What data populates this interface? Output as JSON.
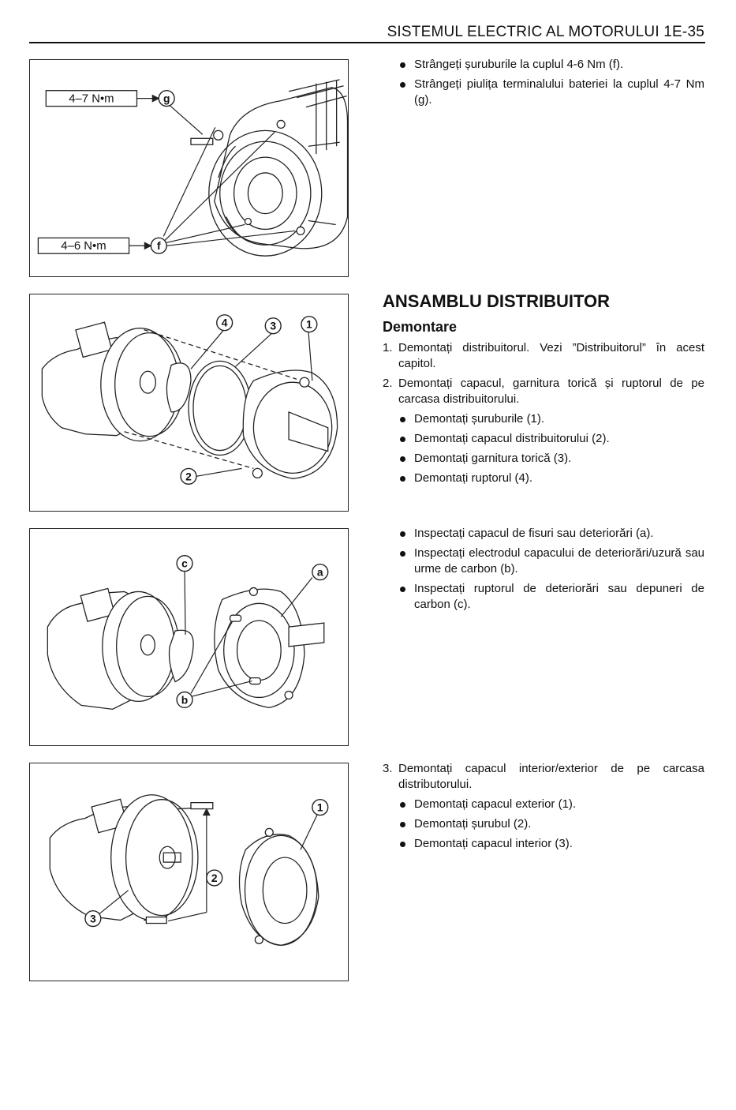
{
  "header": {
    "title": "SISTEMUL ELECTRIC AL MOTORULUI  1E-35"
  },
  "figure1": {
    "torque_g": "4–7 N•m",
    "torque_f": "4–6 N•m",
    "callout_g": "g",
    "callout_f": "f"
  },
  "figure2": {
    "callouts": [
      "1",
      "2",
      "3",
      "4"
    ]
  },
  "figure3": {
    "callouts": [
      "a",
      "b",
      "c"
    ]
  },
  "figure4": {
    "callouts": [
      "1",
      "2",
      "3"
    ]
  },
  "section1": {
    "bullets": [
      "Strângeți șuruburile la cuplul 4-6 Nm (f).",
      "Strângeți piulița terminalului bateriei la cuplul  4-7 Nm (g)."
    ]
  },
  "section2": {
    "title": "ANSAMBLU DISTRIBUITOR",
    "subtitle": "Demontare",
    "steps": [
      {
        "num": "1.",
        "text": "Demontați distribuitorul. Vezi ”Distribuitorul” în acest capitol."
      },
      {
        "num": "2.",
        "text": "Demontați capacul, garnitura torică și ruptorul de pe carcasa distribuitorului."
      }
    ],
    "bullets": [
      "Demontați șuruburile (1).",
      "Demontați capacul distribuitorului (2).",
      "Demontați garnitura torică (3).",
      "Demontați  ruptorul (4)."
    ]
  },
  "section3": {
    "bullets": [
      "Inspectați capacul de fisuri sau deteriorări (a).",
      "Inspectați electrodul capacului de deteriorări/uzură sau urme de carbon (b).",
      "Inspectați ruptorul de deteriorări sau depuneri de carbon (c)."
    ]
  },
  "section4": {
    "step": {
      "num": "3.",
      "text": "Demontați capacul interior/exterior de pe carcasa distributorului."
    },
    "bullets": [
      "Demontați capacul exterior (1).",
      "Demontați șurubul (2).",
      "Demontați capacul interior (3)."
    ]
  }
}
